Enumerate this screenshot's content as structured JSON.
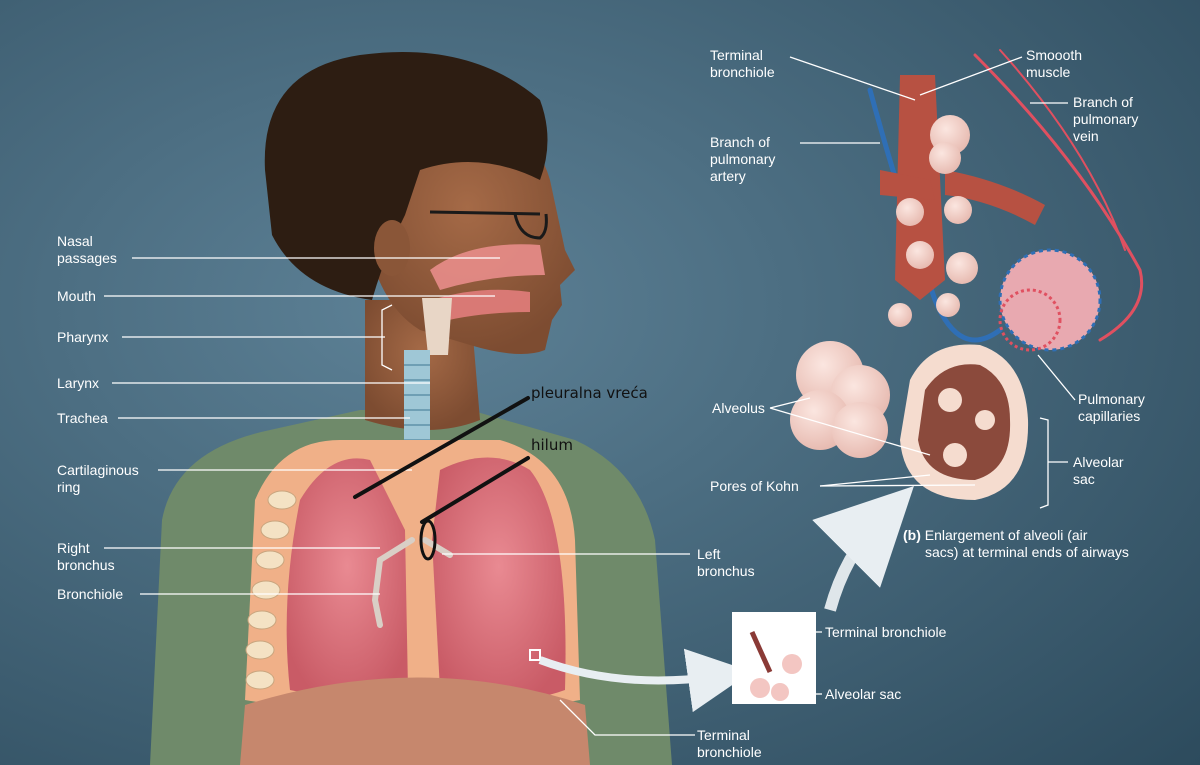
{
  "labels": {
    "nasal_passages": [
      "Nasal",
      "passages"
    ],
    "mouth": "Mouth",
    "pharynx": "Pharynx",
    "larynx": "Larynx",
    "trachea": "Trachea",
    "cartilaginous_ring": [
      "Cartilaginous",
      "ring"
    ],
    "right_bronchus": [
      "Right",
      "bronchus"
    ],
    "bronchiole": "Bronchiole",
    "left_bronchus": [
      "Left",
      "bronchus"
    ],
    "terminal_bronchiole_bottom": [
      "Terminal",
      "bronchiole"
    ],
    "terminal_bronchiole_inset": "Terminal bronchiole",
    "alveolar_sac_inset": "Alveolar sac",
    "terminal_bronchiole_top": [
      "Terminal",
      "bronchiole"
    ],
    "smooth_muscle": [
      "Smoooth",
      "muscle"
    ],
    "branch_pulmonary_vein": [
      "Branch of",
      "pulmonary",
      "vein"
    ],
    "branch_pulmonary_artery": [
      "Branch of",
      "pulmonary",
      "artery"
    ],
    "alveolus": "Alveolus",
    "pulmonary_capillaries": [
      "Pulmonary",
      "capillaries"
    ],
    "alveolar_sac": [
      "Alveolar",
      "sac"
    ],
    "pores_of_kohn": "Pores of Kohn"
  },
  "caption": {
    "marker": "(b)",
    "line1": "Enlargement of alveoli (air",
    "line2": "sacs) at terminal ends of airways"
  },
  "handwritten": {
    "pleura": "pleuralna vreća",
    "hilum": "hilum"
  }
}
